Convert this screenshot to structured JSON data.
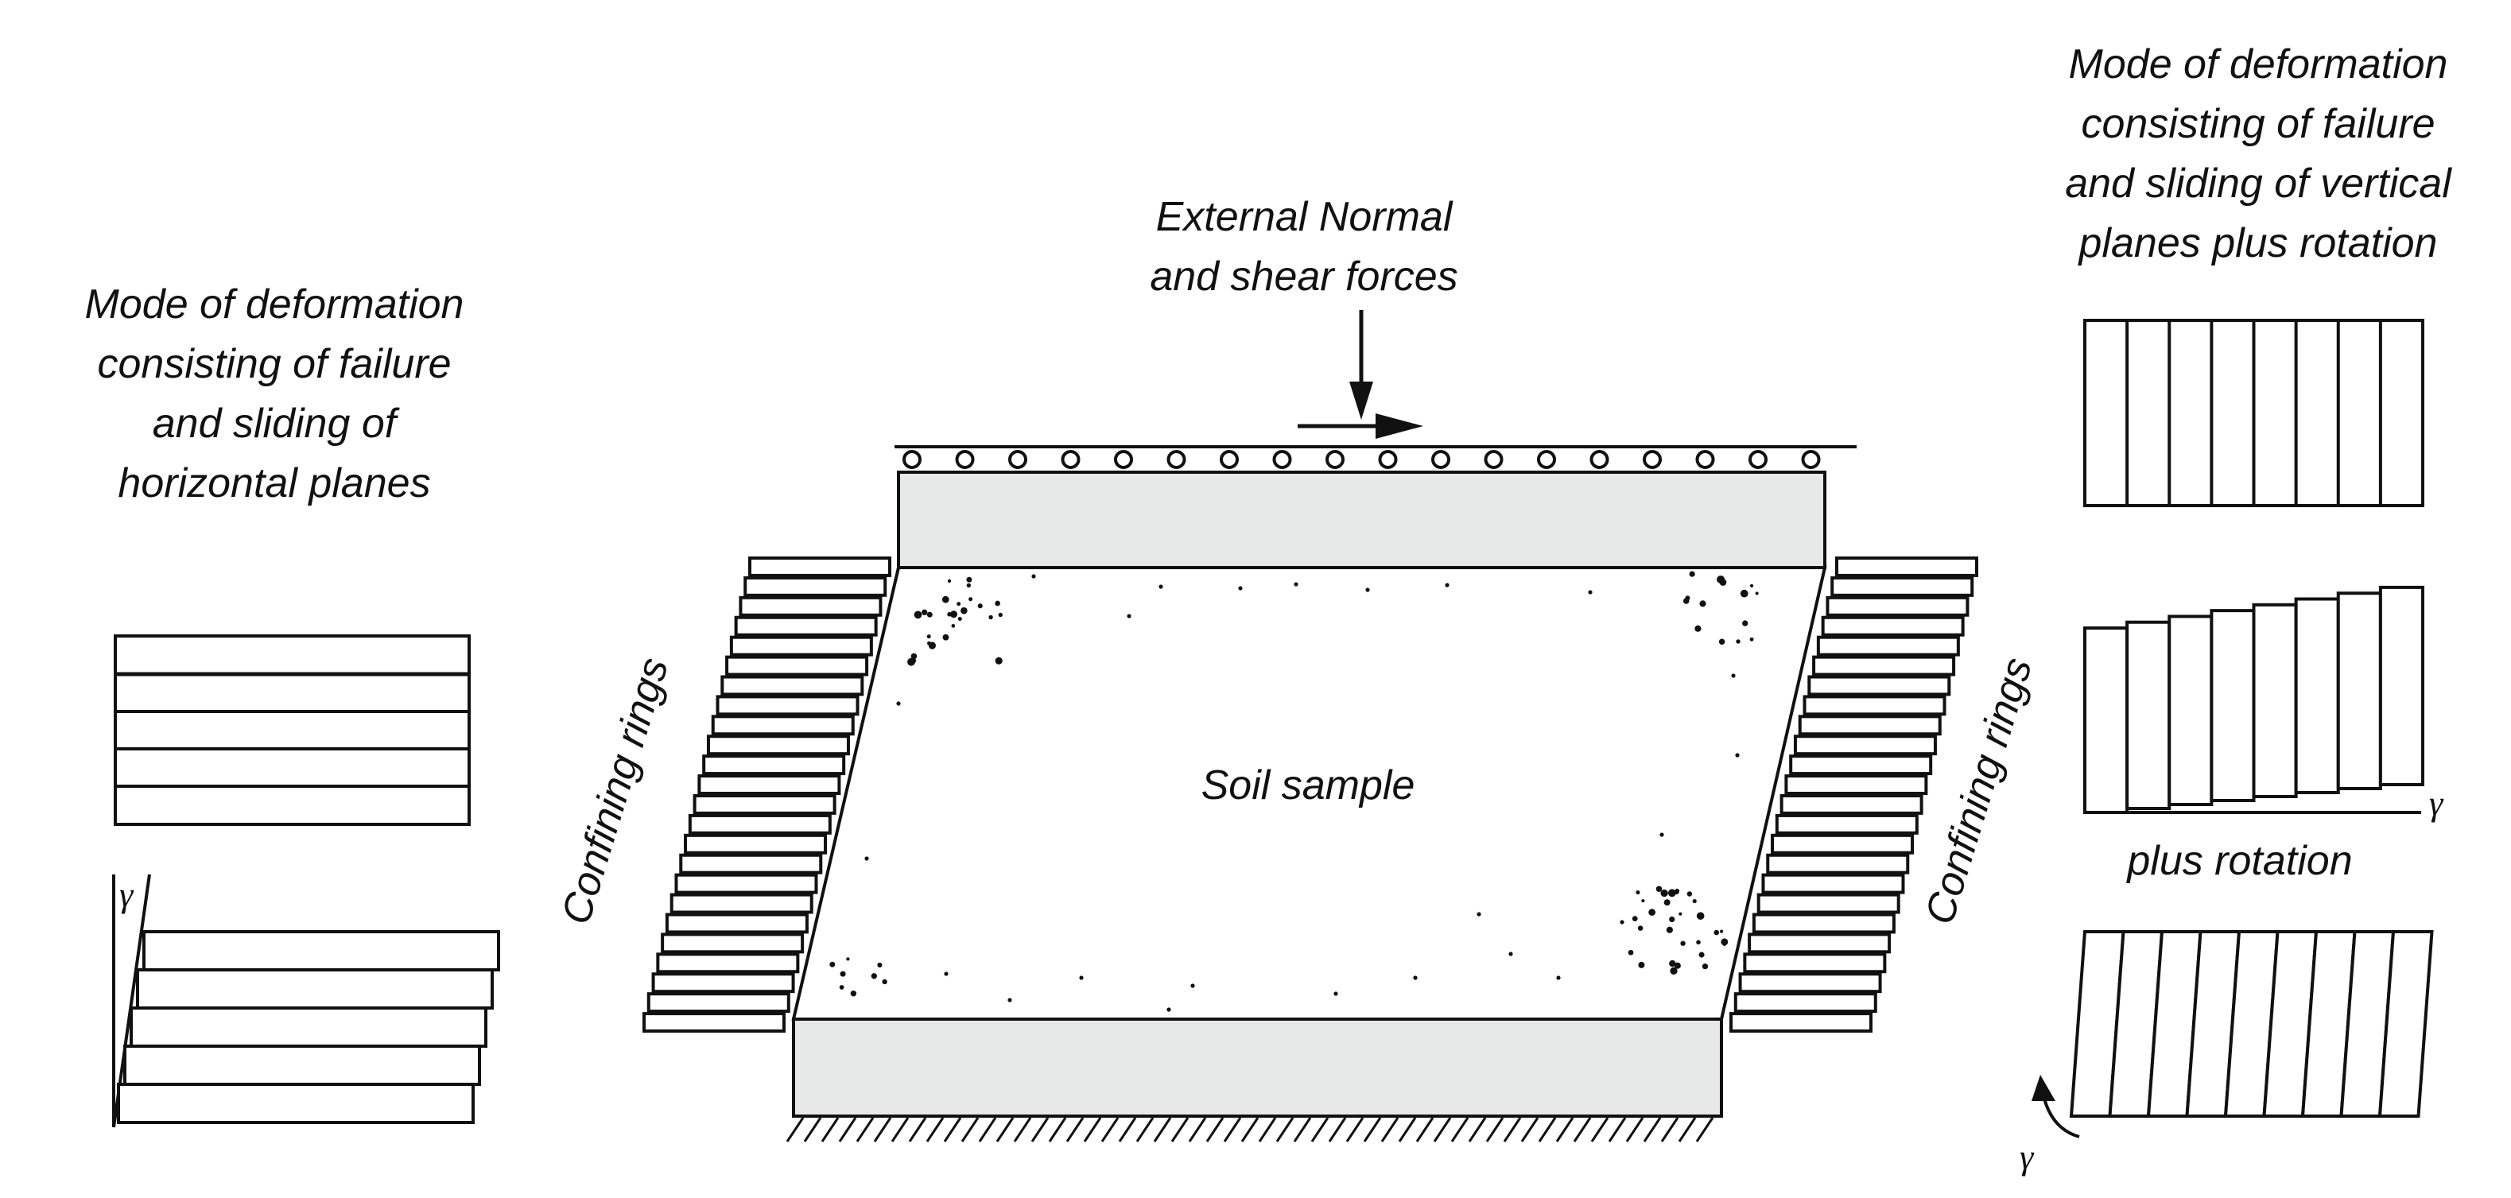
{
  "labels": {
    "left_mode": [
      "Mode of deformation",
      "consisting of failure",
      "and sliding of",
      "horizontal planes"
    ],
    "right_mode": [
      "Mode of deformation",
      "consisting of failure",
      "and sliding of vertical",
      "planes plus rotation"
    ],
    "forces": [
      "External Normal",
      "and shear forces"
    ],
    "soil_sample": "Soil sample",
    "confining_left": "Confining rings",
    "confining_right": "Confining rings",
    "plus_rotation": "plus rotation",
    "gamma": "γ"
  },
  "colors": {
    "line": "#111111",
    "plate_fill": "#e7e9e8",
    "background": "#ffffff"
  }
}
